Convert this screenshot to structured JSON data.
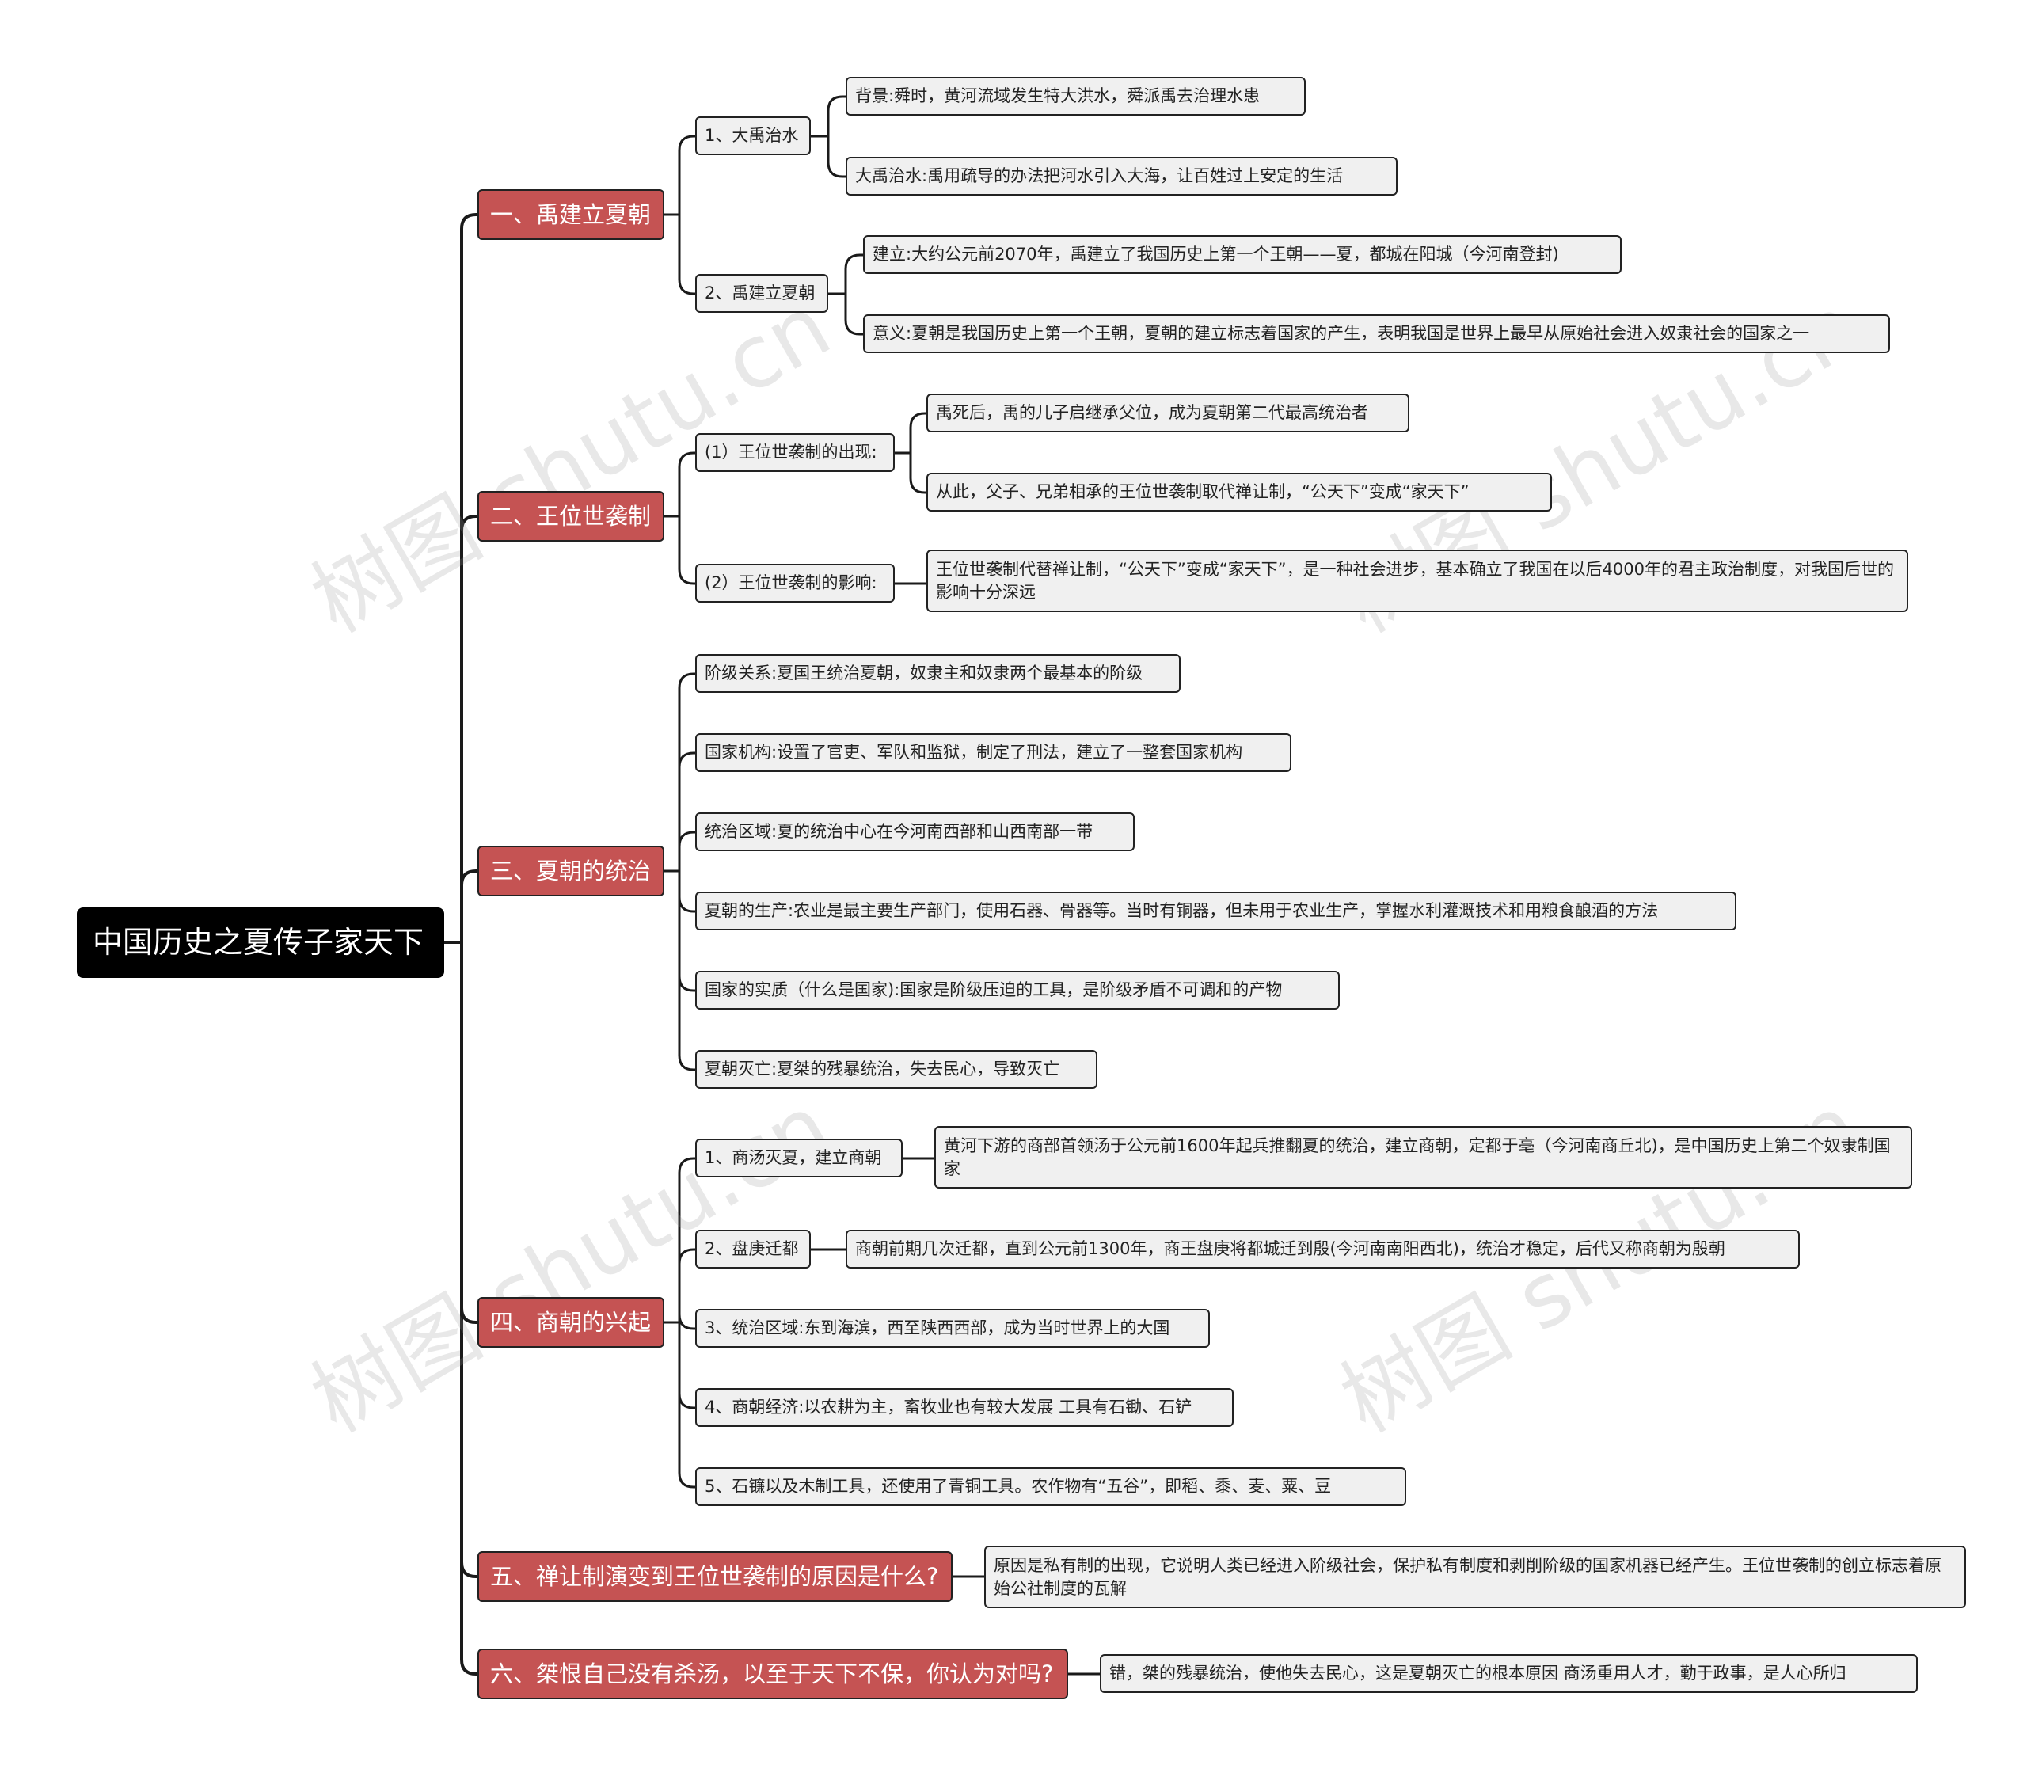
{
  "root": "中国历史之夏传子家天下",
  "watermark": "树图 shutu.cn",
  "colors": {
    "root_bg": "#000000",
    "branch_bg": "#c55353",
    "leaf_bg": "#f0f0f0",
    "line": "#1a1a1a"
  },
  "b1": {
    "label": "一、禹建立夏朝",
    "s1": {
      "label": "1、大禹治水",
      "n1": "背景:舜时，黄河流域发生特大洪水，舜派禹去治理水患",
      "n2": "大禹治水:禹用疏导的办法把河水引入大海，让百姓过上安定的生活"
    },
    "s2": {
      "label": "2、禹建立夏朝",
      "n1": "建立:大约公元前2070年，禹建立了我国历史上第一个王朝——夏，都城在阳城（今河南登封)",
      "n2": "意义:夏朝是我国历史上第一个王朝，夏朝的建立标志着国家的产生，表明我国是世界上最早从原始社会进入奴隶社会的国家之一"
    }
  },
  "b2": {
    "label": "二、王位世袭制",
    "s1": {
      "label": "(1）王位世袭制的出现:",
      "n1": "禹死后，禹的儿子启继承父位，成为夏朝第二代最高统治者",
      "n2": "从此，父子、兄弟相承的王位世袭制取代禅让制，“公天下”变成“家天下”"
    },
    "s2": {
      "label": "(2）王位世袭制的影响:",
      "n1": "王位世袭制代替禅让制，“公天下”变成“家天下”，是一种社会进步，基本确立了我国在以后4000年的君主政治制度，对我国后世的影响十分深远"
    }
  },
  "b3": {
    "label": "三、夏朝的统治",
    "items": [
      "阶级关系:夏国王统治夏朝，奴隶主和奴隶两个最基本的阶级",
      "国家机构:设置了官吏、军队和监狱，制定了刑法，建立了一整套国家机构",
      "统治区域:夏的统治中心在今河南西部和山西南部一带",
      "夏朝的生产:农业是最主要生产部门，使用石器、骨器等。当时有铜器，但未用于农业生产，掌握水利灌溉技术和用粮食酿酒的方法",
      "国家的实质（什么是国家):国家是阶级压迫的工具，是阶级矛盾不可调和的产物",
      "夏朝灭亡:夏桀的残暴统治，失去民心，导致灭亡"
    ]
  },
  "b4": {
    "label": "四、商朝的兴起",
    "s1": {
      "label": "1、商汤灭夏，建立商朝",
      "n1": "黄河下游的商部首领汤于公元前1600年起兵推翻夏的统治，建立商朝，定都于亳（今河南商丘北)，是中国历史上第二个奴隶制国家"
    },
    "s2": {
      "label": "2、盘庚迁都",
      "n1": "商朝前期几次迁都，直到公元前1300年，商王盘庚将都城迁到殷(今河南南阳西北)，统治才稳定，后代又称商朝为殷朝"
    },
    "i3": "3、统治区域:东到海滨，西至陕西西部，成为当时世界上的大国",
    "i4": "4、商朝经济:以农耕为主，畜牧业也有较大发展 工具有石锄、石铲",
    "i5": "5、石镰以及木制工具，还使用了青铜工具。农作物有“五谷”，即稻、黍、麦、粟、豆"
  },
  "b5": {
    "label": "五、禅让制演变到王位世袭制的原因是什么?",
    "n1": "原因是私有制的出现，它说明人类已经进入阶级社会，保护私有制度和剥削阶级的国家机器已经产生。王位世袭制的创立标志着原始公社制度的瓦解"
  },
  "b6": {
    "label": "六、桀恨自己没有杀汤，以至于天下不保，你认为对吗?",
    "n1": "错，桀的残暴统治，使他失去民心，这是夏朝灭亡的根本原因 商汤重用人才，勤于政事，是人心所归"
  }
}
